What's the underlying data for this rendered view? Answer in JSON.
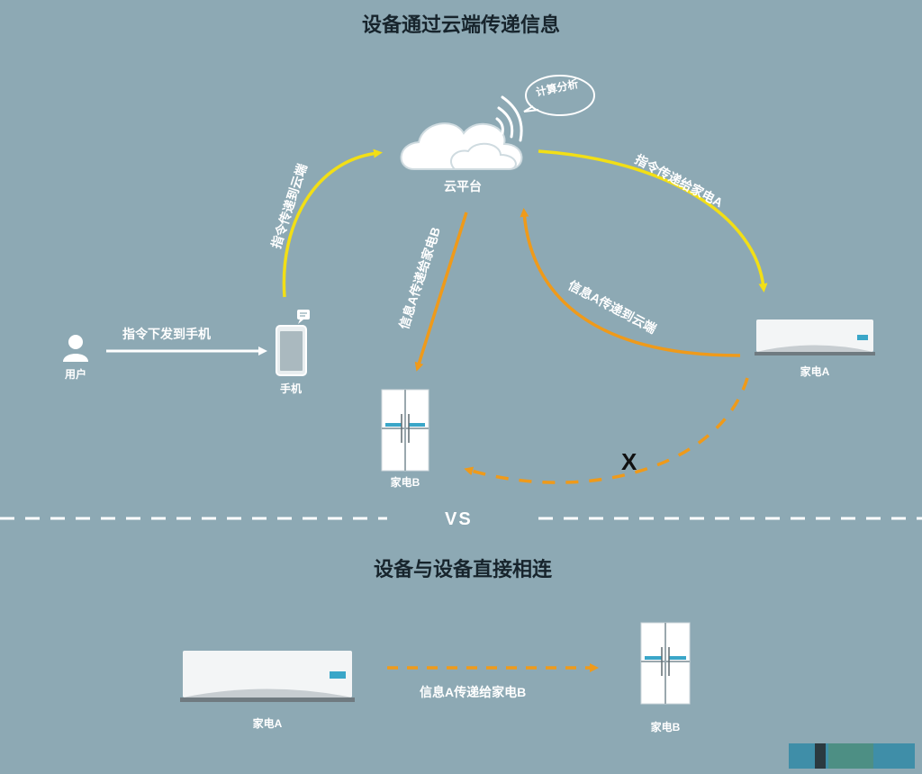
{
  "colors": {
    "background": "#8da9b4",
    "yellow_arrow": "#f2df16",
    "orange_arrow": "#ef9a1a",
    "white": "#ffffff",
    "title_text": "#17242c"
  },
  "top": {
    "title": "设备通过云端传递信息",
    "cloud": {
      "label": "云平台",
      "speech_bubble": "计算分析",
      "icon": "cloud-icon"
    },
    "user": {
      "label": "用户",
      "icon": "user-icon"
    },
    "phone": {
      "label": "手机",
      "icon": "phone-icon"
    },
    "appliance_a": {
      "label": "家电A",
      "icon": "air-conditioner-icon"
    },
    "appliance_b": {
      "label": "家电B",
      "icon": "refrigerator-icon"
    },
    "arrows": {
      "user_to_phone": "指令下发到手机",
      "phone_to_cloud": "指令传递到云端",
      "cloud_to_a": "指令传递给家电A",
      "cloud_to_b": "信息A传递给家电B",
      "a_to_cloud": "信息A传递到云端"
    },
    "blocked_mark": "X"
  },
  "divider": {
    "label": "VS"
  },
  "bottom": {
    "title": "设备与设备直接相连",
    "appliance_a": {
      "label": "家电A",
      "icon": "air-conditioner-icon"
    },
    "appliance_b": {
      "label": "家电B",
      "icon": "refrigerator-icon"
    },
    "arrow_label": "信息A传递给家电B"
  }
}
